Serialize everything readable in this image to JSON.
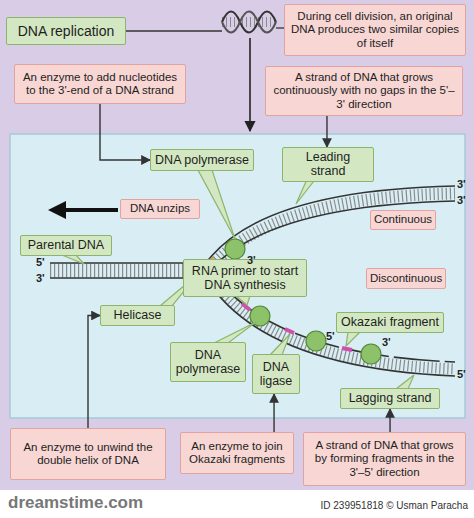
{
  "diagram": {
    "nodes": [
      {
        "text": [
          "DNA replication"
        ]
      },
      {
        "text": [
          "During cell division, an original DNA produces two similar copies of itself"
        ]
      },
      {
        "text": [
          "An enzyme to add nucleotides to the 3'-end of a DNA strand"
        ]
      },
      {
        "text": [
          "A strand of DNA that grows continuously with no gaps in the 5'–3' direction"
        ]
      },
      {
        "text": [
          "DNA polymerase"
        ]
      },
      {
        "text": [
          "Leading strand"
        ]
      },
      {
        "text": [
          "DNA unzips"
        ]
      },
      {
        "text": [
          "Continuous"
        ]
      },
      {
        "text": [
          "Parental DNA"
        ]
      },
      {
        "text": [
          "RNA primer to start DNA synthesis"
        ]
      },
      {
        "text": [
          "Discontinuous"
        ]
      },
      {
        "text": [
          "Helicase"
        ]
      },
      {
        "text": [
          "Okazaki fragment"
        ]
      },
      {
        "text": [
          "DNA polymerase"
        ]
      },
      {
        "text": [
          "DNA ligase"
        ]
      },
      {
        "text": [
          "Lagging strand"
        ]
      },
      {
        "text": [
          "An enzyme to unwind the double helix of DNA"
        ]
      },
      {
        "text": [
          "An enzyme to join Okazaki fragments"
        ]
      },
      {
        "text": [
          "A strand of DNA that grows by forming fragments in the 3'–5' direction"
        ]
      }
    ],
    "edges": [
      {
        "from": 2,
        "to": 4,
        "arrow": "to"
      },
      {
        "from": 3,
        "to": 5,
        "arrow": "to"
      },
      {
        "from": 16,
        "to": 11,
        "arrow": "to"
      },
      {
        "from": 17,
        "to": 14,
        "arrow": "to"
      },
      {
        "from": 18,
        "to": 15,
        "arrow": "to"
      }
    ],
    "labels": [
      "3'",
      "3'",
      "3'",
      "5'",
      "3'",
      "5'",
      "3'",
      "5'",
      "dreamstime.com",
      "ID 239951818 © Usman Paracha"
    ]
  }
}
